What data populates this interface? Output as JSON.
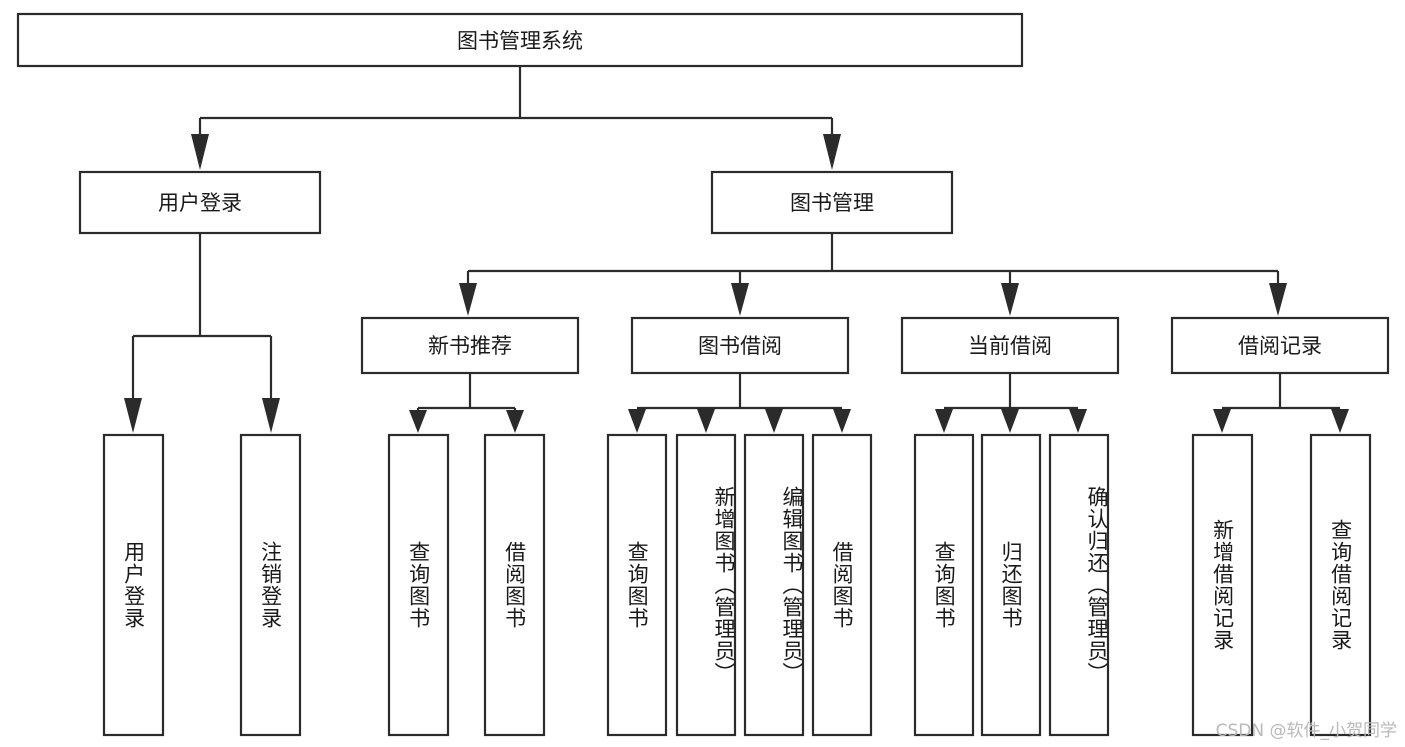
{
  "diagram": {
    "type": "tree",
    "title": "图书管理系统",
    "watermark": "CSDN @软件_小贺同学",
    "colors": {
      "background": "#ffffff",
      "stroke": "#2b2b2b",
      "text": "#1a1a1a",
      "watermark": "#b9b9b9"
    },
    "root": {
      "label": "图书管理系统"
    },
    "level2": [
      {
        "id": "user-login",
        "label": "用户登录"
      },
      {
        "id": "book-management",
        "label": "图书管理"
      }
    ],
    "level3": [
      {
        "id": "new-book-recommend",
        "label": "新书推荐",
        "parent": "book-management"
      },
      {
        "id": "book-borrow",
        "label": "图书借阅",
        "parent": "book-management"
      },
      {
        "id": "current-borrow",
        "label": "当前借阅",
        "parent": "book-management"
      },
      {
        "id": "borrow-record",
        "label": "借阅记录",
        "parent": "book-management"
      }
    ],
    "leaves": [
      {
        "id": "leaf-user-login",
        "label": "用户登录",
        "parent": "user-login"
      },
      {
        "id": "leaf-logout-login",
        "label": "注销登录",
        "parent": "user-login"
      },
      {
        "id": "leaf-query-book-1",
        "label": "查询图书",
        "parent": "new-book-recommend"
      },
      {
        "id": "leaf-borrow-book-1",
        "label": "借阅图书",
        "parent": "new-book-recommend"
      },
      {
        "id": "leaf-query-book-2",
        "label": "查询图书",
        "parent": "book-borrow"
      },
      {
        "id": "leaf-add-book",
        "label": "新增图书（管理员）",
        "parent": "book-borrow"
      },
      {
        "id": "leaf-edit-book",
        "label": "编辑图书（管理员）",
        "parent": "book-borrow"
      },
      {
        "id": "leaf-borrow-book-2",
        "label": "借阅图书",
        "parent": "book-borrow"
      },
      {
        "id": "leaf-query-book-3",
        "label": "查询图书",
        "parent": "current-borrow"
      },
      {
        "id": "leaf-return-book",
        "label": "归还图书",
        "parent": "current-borrow"
      },
      {
        "id": "leaf-confirm-return",
        "label": "确认归还（管理员）",
        "parent": "current-borrow"
      },
      {
        "id": "leaf-add-record",
        "label": "新增借阅记录",
        "parent": "borrow-record"
      },
      {
        "id": "leaf-query-record",
        "label": "查询借阅记录",
        "parent": "borrow-record"
      }
    ]
  }
}
